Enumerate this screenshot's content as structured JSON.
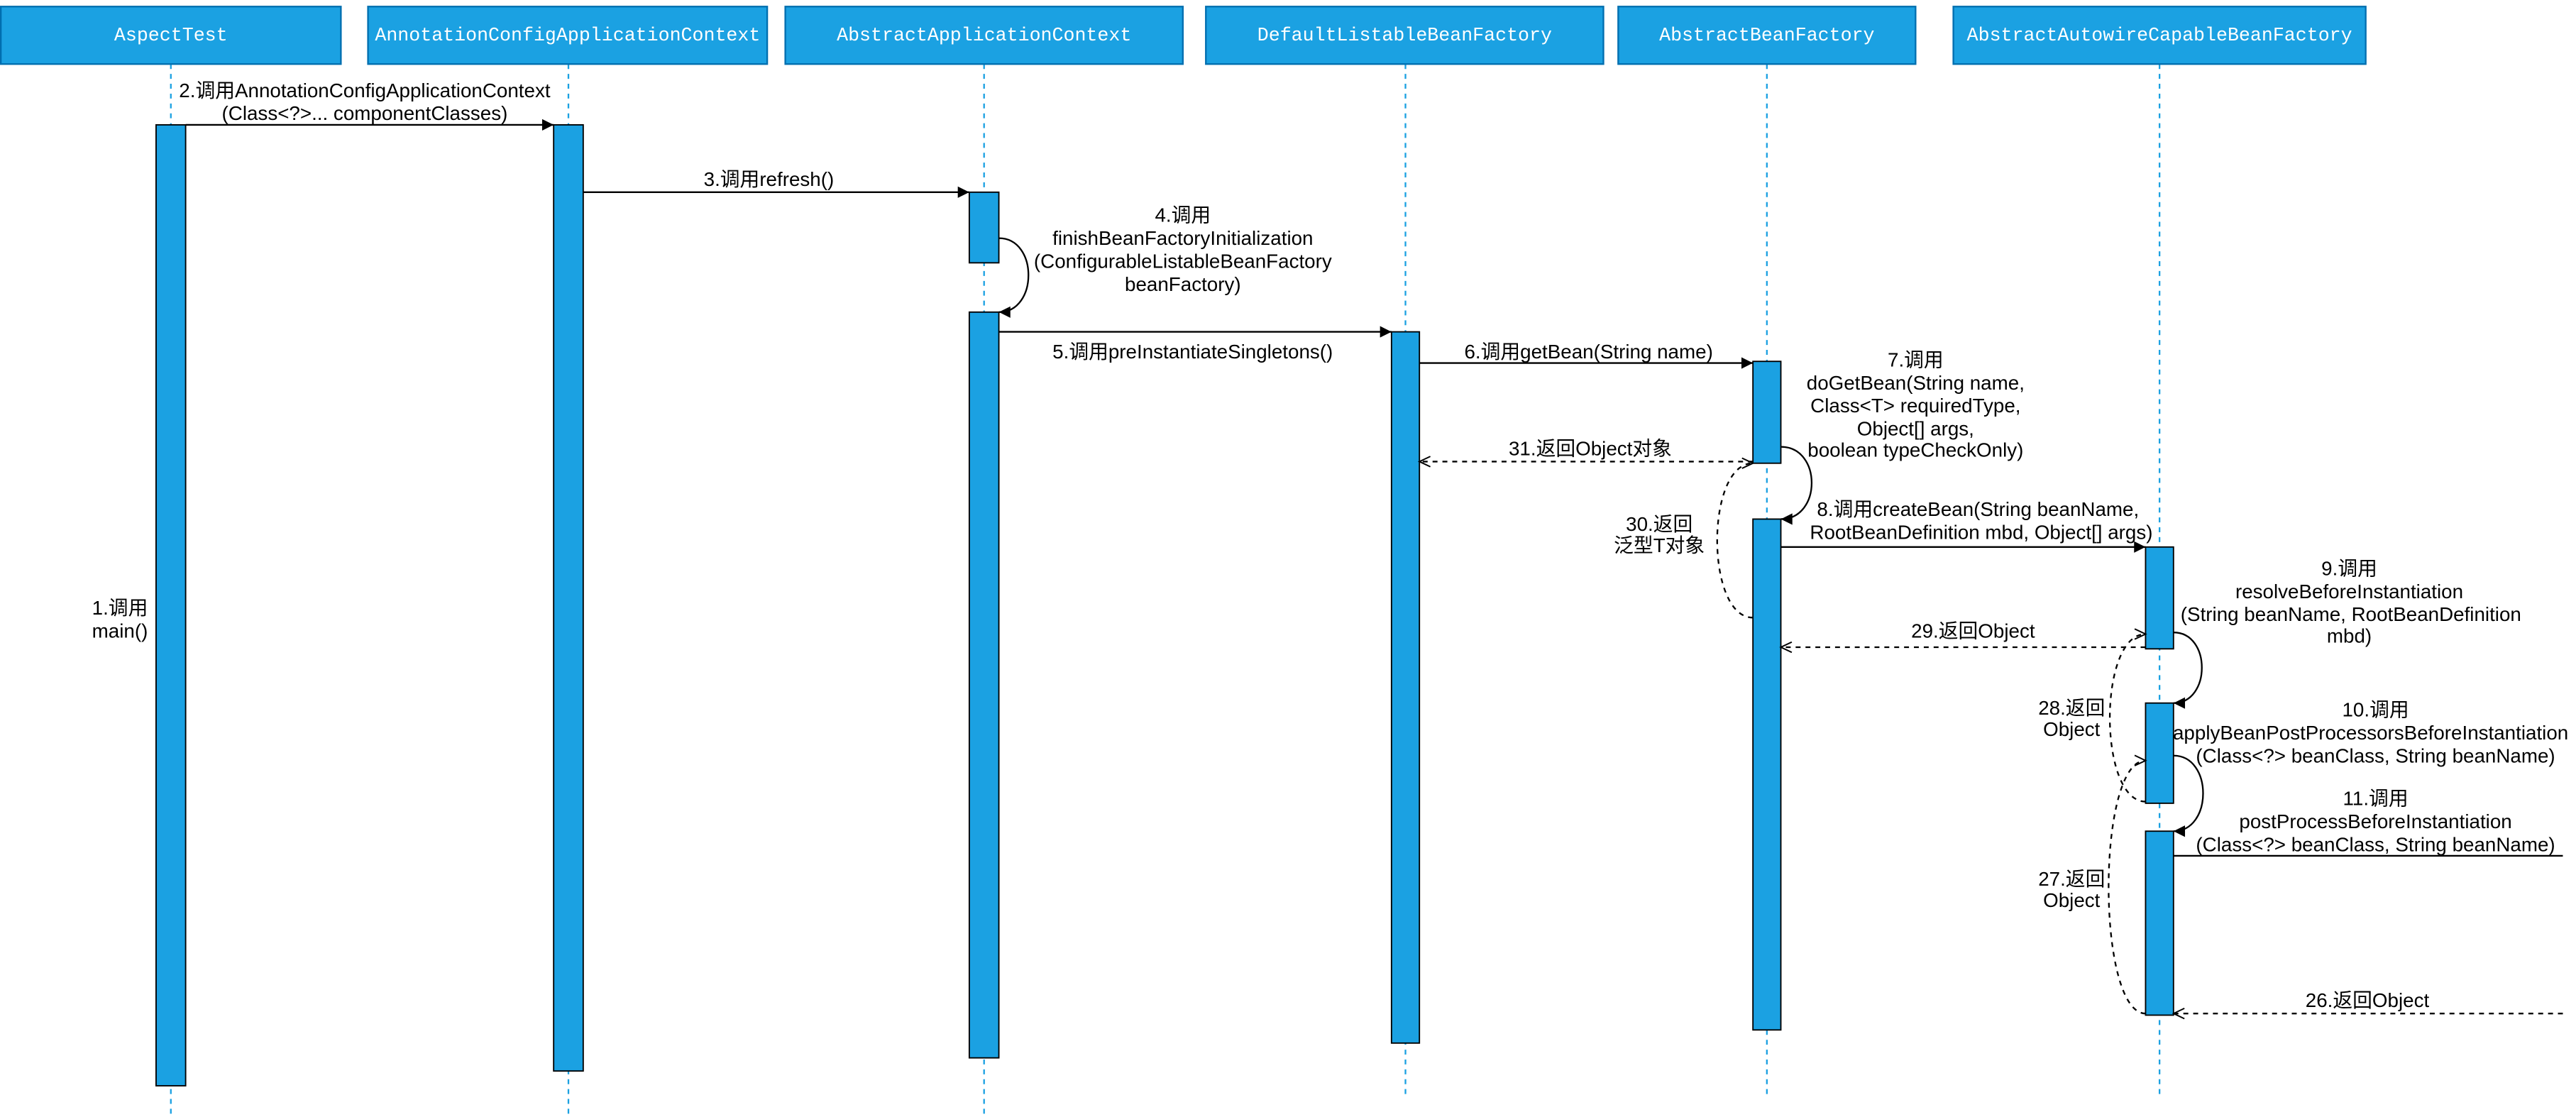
{
  "participants": [
    {
      "name": "AspectTest"
    },
    {
      "name": "AnnotationConfigApplicationContext"
    },
    {
      "name": "AbstractApplicationContext"
    },
    {
      "name": "DefaultListableBeanFactory"
    },
    {
      "name": "AbstractBeanFactory"
    },
    {
      "name": "AbstractAutowireCapableBeanFactory"
    }
  ],
  "messages": {
    "msg_1": [
      "1.调用",
      "main()"
    ],
    "msg_2": [
      "2.调用AnnotationConfigApplicationContext",
      "(Class<?>... componentClasses)"
    ],
    "msg_3": [
      "3.调用refresh()"
    ],
    "msg_4": [
      "4.调用",
      "finishBeanFactoryInitialization",
      "(ConfigurableListableBeanFactory",
      "beanFactory)"
    ],
    "msg_5": [
      "5.调用preInstantiateSingletons()"
    ],
    "msg_6": [
      "6.调用getBean(String name)"
    ],
    "msg_7": [
      "7.调用",
      "doGetBean(String name,",
      "Class<T> requiredType,",
      "Object[] args,",
      "boolean typeCheckOnly)"
    ],
    "msg_8": [
      "8.调用createBean(String beanName,",
      "RootBeanDefinition mbd, Object[] args)"
    ],
    "msg_9": [
      "9.调用",
      "resolveBeforeInstantiation",
      "(String beanName, RootBeanDefinition",
      "mbd)"
    ],
    "msg_10": [
      "10.调用",
      "applyBeanPostProcessorsBeforeInstantiation",
      "(Class<?> beanClass, String beanName)"
    ],
    "msg_11": [
      "11.调用",
      "postProcessBeforeInstantiation",
      "(Class<?> beanClass, String beanName)"
    ],
    "msg_26": [
      "26.返回Object"
    ],
    "msg_27": [
      "27.返回",
      "Object"
    ],
    "msg_28": [
      "28.返回",
      "Object"
    ],
    "msg_29": [
      "29.返回Object"
    ],
    "msg_30": [
      "30.返回",
      "泛型T对象"
    ],
    "msg_31": [
      "31.返回Object对象"
    ]
  },
  "colors": {
    "header_fill": "#1BA1E2",
    "header_stroke": "#006EAF",
    "header_text": "#FFFFFF",
    "activation_fill": "#1BA1E2",
    "activation_stroke": "#000000",
    "lifeline": "#1BA1E2",
    "arrow": "#000000",
    "label_text": "#000000"
  }
}
